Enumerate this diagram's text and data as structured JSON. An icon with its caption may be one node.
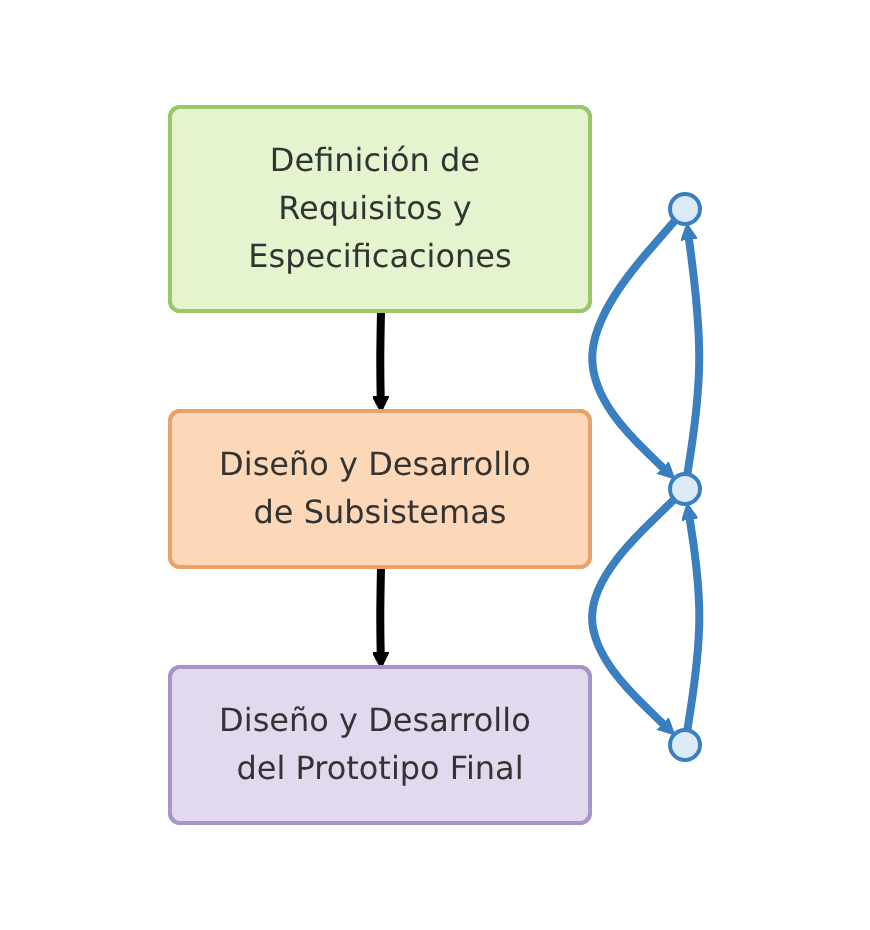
{
  "diagram": {
    "nodes": [
      {
        "text": [
          "Definición de Requisitos y Especificaciones"
        ]
      },
      {
        "text": [
          "Diseño y Desarrollo de Subsistemas"
        ]
      },
      {
        "text": [
          "Diseño y Desarrollo del Prototipo Final"
        ]
      },
      {
        "text": [],
        "shape": "circle"
      },
      {
        "text": [],
        "shape": "circle"
      },
      {
        "text": [],
        "shape": "circle"
      }
    ],
    "edges": [
      {
        "from": 0,
        "to": 1,
        "arrow": "to",
        "color": "#000000"
      },
      {
        "from": 1,
        "to": 2,
        "arrow": "to",
        "color": "#000000"
      },
      {
        "from": 3,
        "to": 4,
        "arrow": "to"
      },
      {
        "from": 4,
        "to": 5,
        "arrow": "to"
      },
      {
        "from": 5,
        "to": 4,
        "arrow": "to"
      },
      {
        "from": 4,
        "to": 3,
        "arrow": "to"
      }
    ]
  }
}
